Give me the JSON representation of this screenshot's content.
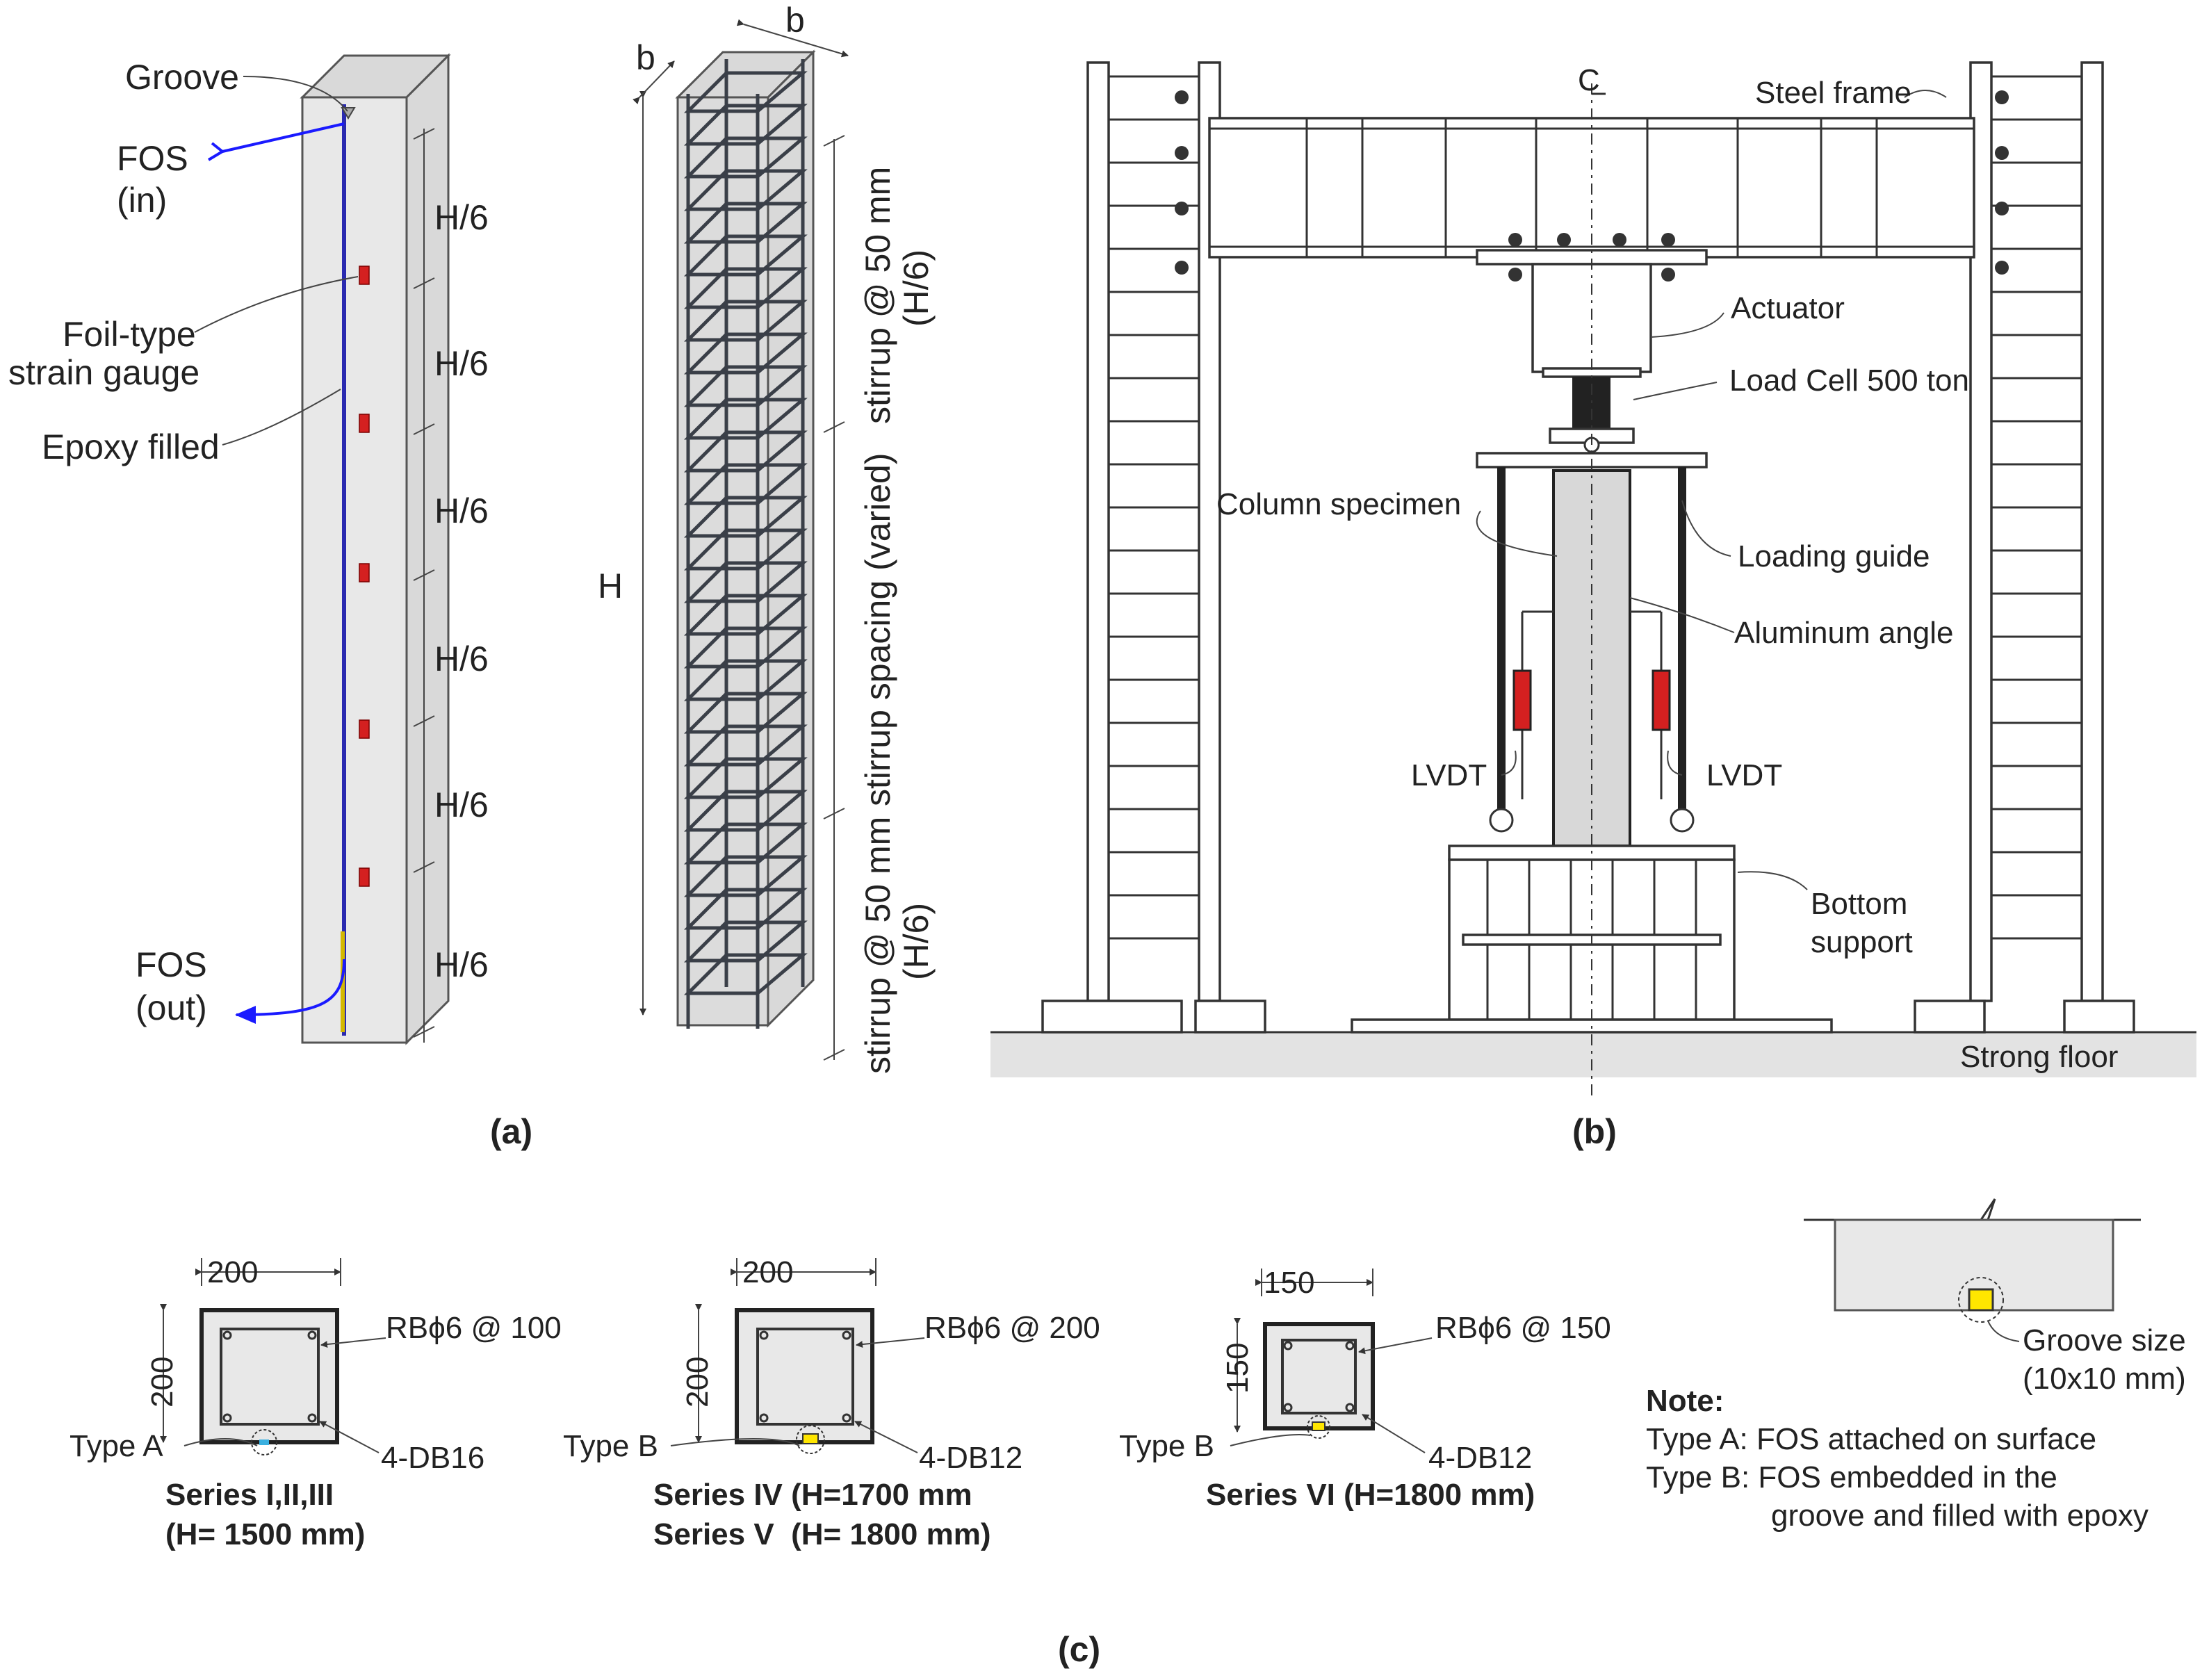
{
  "panel_a": {
    "groove": "Groove",
    "fos_in": [
      "FOS",
      "(in)"
    ],
    "fos_out": [
      "FOS",
      "(out)"
    ],
    "foil_gauge": [
      "Foil-type",
      "strain gauge"
    ],
    "epoxy": "Epoxy filled",
    "seg_label": "H/6",
    "b": "b",
    "H": "H",
    "stirrup_end": [
      "stirrup @ 50 mm",
      "(H/6)"
    ],
    "stirrup_mid": "stirrup spacing (varied)",
    "caption": "(a)"
  },
  "panel_b": {
    "cl": "C",
    "steel_frame": "Steel frame",
    "actuator": "Actuator",
    "load_cell": "Load Cell 500 ton",
    "column": "Column specimen",
    "loading_guide": "Loading guide",
    "aluminum_angle": "Aluminum angle",
    "lvdt": "LVDT",
    "bottom_support": [
      "Bottom",
      "support"
    ],
    "strong_floor": "Strong floor",
    "caption": "(b)"
  },
  "panel_c": {
    "sections": [
      {
        "dim_w": "200",
        "dim_h": "200",
        "stirrup": "RBϕ6 @ 100",
        "bars": "4-DB16",
        "type": "Type A",
        "series": [
          "Series I,II,III",
          "(H= 1500 mm)"
        ]
      },
      {
        "dim_w": "200",
        "dim_h": "200",
        "stirrup": "RBϕ6 @ 200",
        "bars": "4-DB12",
        "type": "Type B",
        "series": [
          "Series IV (H=1700 mm",
          "Series V  (H= 1800 mm)"
        ]
      },
      {
        "dim_w": "150",
        "dim_h": "150",
        "stirrup": "RBϕ6 @ 150",
        "bars": "4-DB12",
        "type": "Type B",
        "series": [
          "Series VI (H=1800 mm)"
        ]
      }
    ],
    "groove_size": [
      "Groove size",
      "(10x10 mm)"
    ],
    "note_title": "Note:",
    "notes": [
      "Type A: FOS attached on surface",
      "Type B: FOS embedded in the",
      "groove and filled with epoxy"
    ],
    "caption": "(c)"
  },
  "colors": {
    "fos": "#1a1aff",
    "gauge": "#d42020",
    "groove": "#ffe600",
    "concrete": "#e8e8e8"
  }
}
